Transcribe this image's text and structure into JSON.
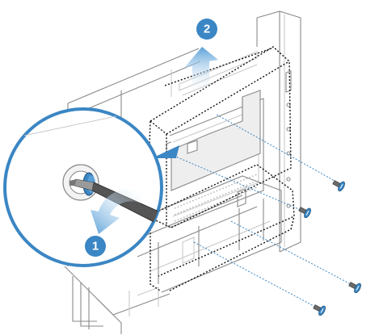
{
  "figure": {
    "kind": "hardware-service-illustration",
    "colors": {
      "line_art": "#8a8a8a",
      "line_art_light": "#c9c9c9",
      "accent_blue": "#3b86c4",
      "arrow_blue": "#5aa0d8",
      "dotted_outline": "#111111",
      "background": "#ffffff"
    }
  },
  "steps": [
    {
      "number": "1",
      "icon": "remove-screw-rotate-arrow"
    },
    {
      "number": "2",
      "icon": "lift-up-arrow"
    }
  ],
  "callout": {
    "icon": "screwdriver-on-screw-magnified"
  },
  "screws": [
    {
      "label": "",
      "icon": "screw-icon"
    },
    {
      "label": "",
      "icon": "screw-icon"
    },
    {
      "label": "",
      "icon": "screw-icon"
    },
    {
      "label": "",
      "icon": "screw-icon"
    }
  ]
}
